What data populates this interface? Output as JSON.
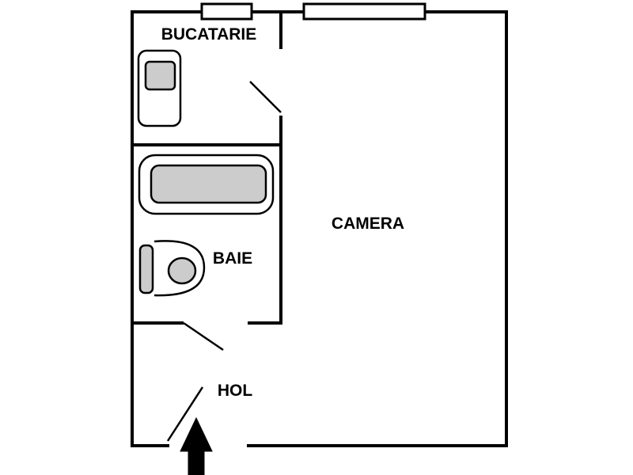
{
  "rooms": {
    "kitchen": "BUCATARIE",
    "room": "CAMERA",
    "bathroom": "BAIE",
    "hall": "HOL"
  },
  "colors": {
    "wall": "#000000",
    "fixture_fill": "#cccccc",
    "background": "#ffffff"
  },
  "icons": {
    "entrance": "arrow-up-icon"
  }
}
